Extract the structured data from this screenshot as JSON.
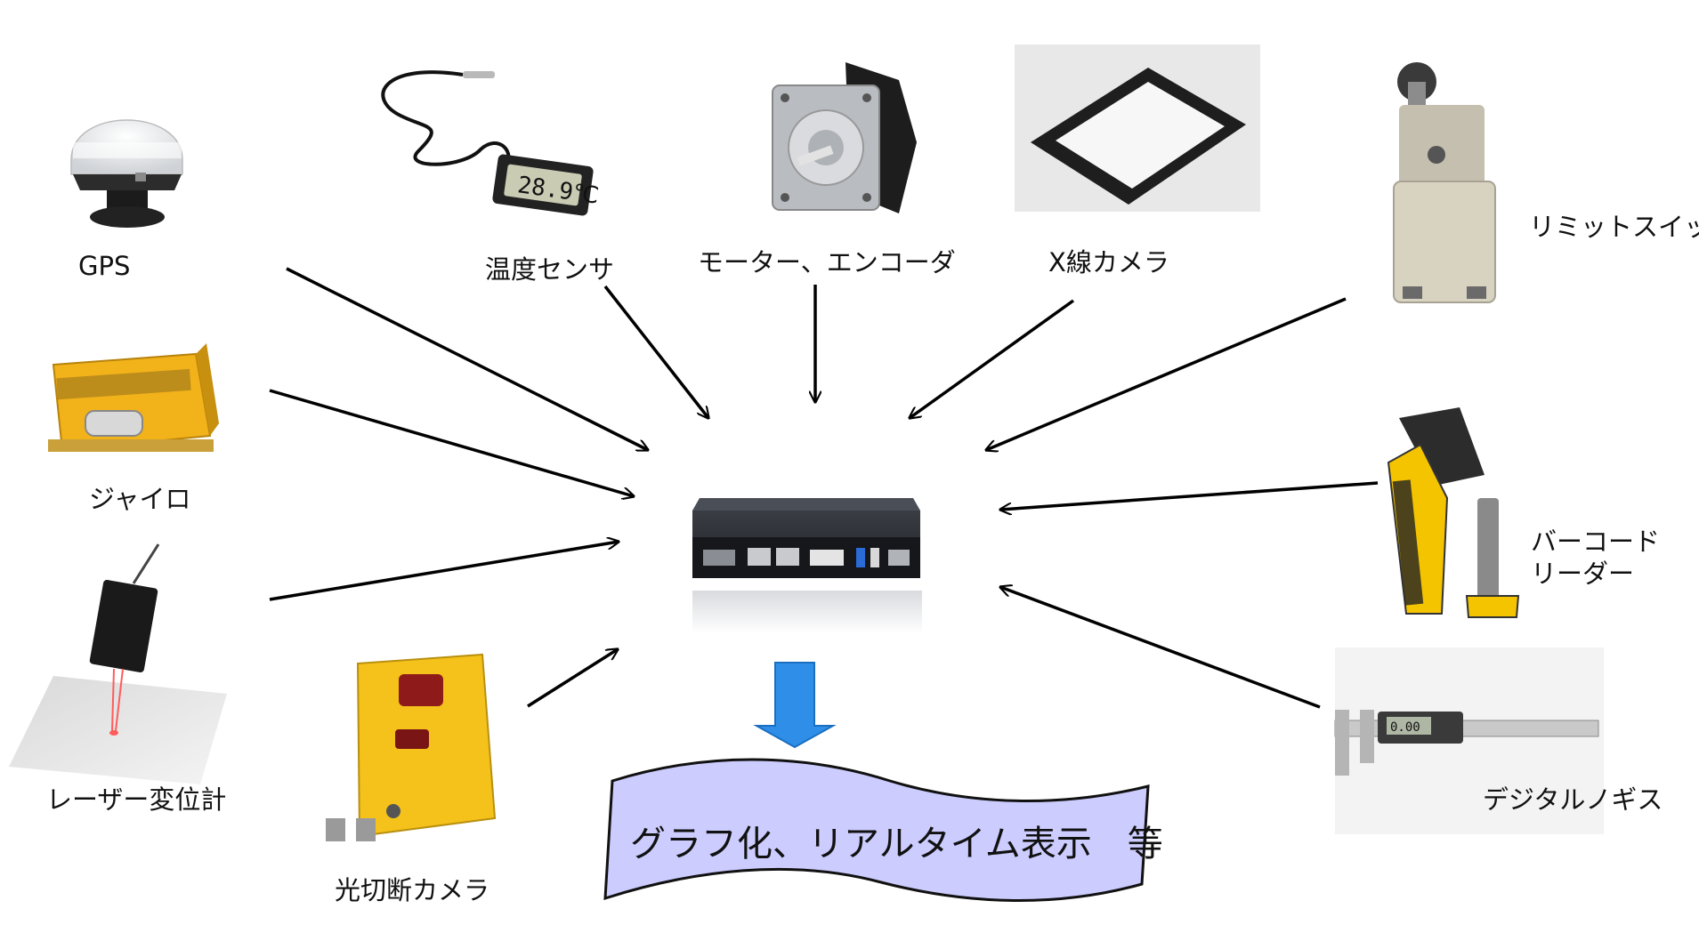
{
  "labels": {
    "gps": "GPS",
    "temperature_sensor": "温度センサ",
    "motor_encoder": "モーター、エンコーダ",
    "xray_camera": "X線カメラ",
    "limit_switch": "リミットスイッチ",
    "gyro": "ジャイロ",
    "barcode_reader_line1": "バーコード",
    "barcode_reader_line2": "リーダー",
    "laser_displacement": "レーザー変位計",
    "light_section_camera": "光切断カメラ",
    "digital_caliper": "デジタルノギス"
  },
  "output_banner": "グラフ化、リアルタイム表示　等",
  "thermometer_display": "28.9℃",
  "caliper_display": "0.00",
  "colors": {
    "banner_fill": "#ccccff",
    "down_arrow": "#2f8fe8",
    "gyro_yellow": "#f2b21a",
    "scanner_yellow": "#f4c400",
    "camera_yellow": "#f5c21b"
  }
}
